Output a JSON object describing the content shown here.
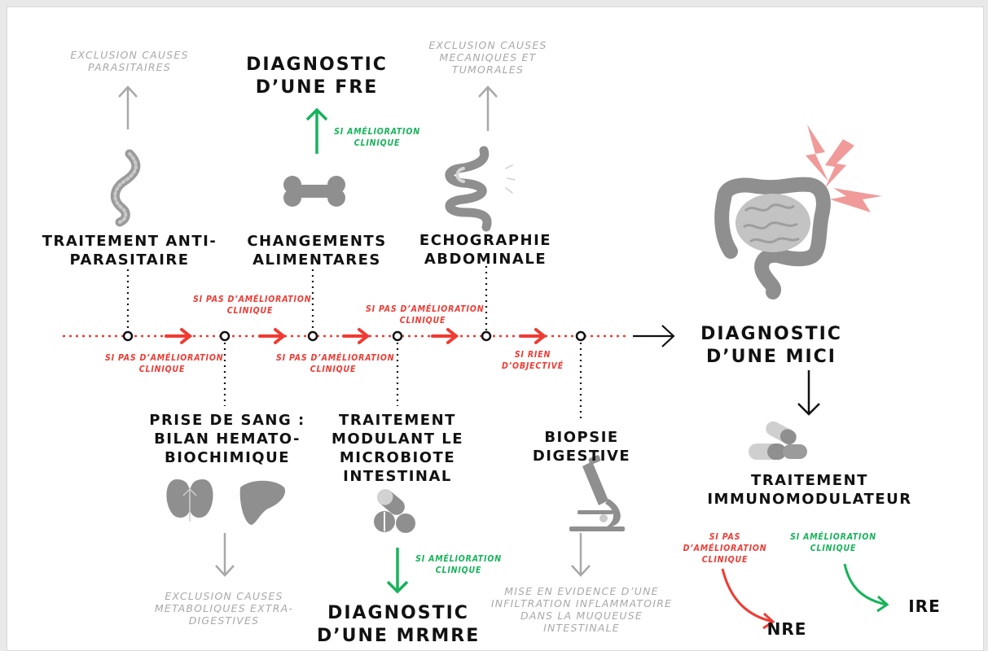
{
  "colors": {
    "red": "#ef3b33",
    "green": "#17b35a",
    "gray": "#a8a8a8",
    "black": "#111111"
  },
  "steps": {
    "antiparasitaire": "TRAITEMENT ANTI-\nPARASITAIRE",
    "alimentaires": "CHANGEMENTS\nALIMENTARES",
    "echographie": "ECHOGRAPHIE\nABDOMINALE",
    "prise_sang": "PRISE DE SANG :\nBILAN HEMATO-\nBIOCHIMIQUE",
    "microbiote": "TRAITEMENT\nMODULANT LE\nMICROBIOTE\nINTESTINAL",
    "biopsie": "BIOPSIE\nDIGESTIVE",
    "immuno": "TRAITEMENT\nIMMUNOMODULATEUR"
  },
  "diagnoses": {
    "fre": "DIAGNOSTIC\nD’UNE FRE",
    "mrmre": "DIAGNOSTIC\nD’UNE MRMRE",
    "mici": "DIAGNOSTIC\nD’UNE MICI",
    "nre": "NRE",
    "ire": "IRE"
  },
  "exclusions": {
    "parasitaires": "EXCLUSION CAUSES\nPARASITAIRES",
    "mecaniques": "EXCLUSION CAUSES\nMECANIQUES ET\nTUMORALES",
    "metaboliques": "EXCLUSION CAUSES\nMETABOLIQUES EXTRA-\nDIGESTIVES",
    "infiltration": "MISE EN EVIDENCE D’UNE\nINFILTRATION INFLAMMATOIRE\nDANS LA MUQUEUSE\nINTESTINALE"
  },
  "conditions": {
    "pas_amelioration": "SI PAS D’AMÉLIORATION\nCLINIQUE",
    "pas_amelioration_2": "SI PAS D’AMÉLIORATION\nCLINIQUE",
    "pas_amelioration_3": "SI PAS D’AMÉLIORATION\nCLINIQUE",
    "pas_amelioration_4": "SI PAS D’AMÉLIORATION\nCLINIQUE",
    "rien_objectif": "SI RIEN\nD’OBJECTIVÉ",
    "amelioration_fre": "SI AMÉLIORATION\nCLINIQUE",
    "amelioration_mrmre": "SI AMÉLIORATION\nCLINIQUE",
    "pas_amelioration_nre": "SI PAS\nD’AMÉLIORATION\nCLINIQUE",
    "amelioration_ire": "SI AMÉLIORATION\nCLINIQUE"
  },
  "icons": {
    "worm": "worm-icon",
    "bone": "bone-icon",
    "intestine": "intestine-icon",
    "colon": "colon-icon",
    "organs": "kidney-liver-icon",
    "pills": "pills-icon",
    "microscope": "microscope-icon",
    "capsules": "capsules-icon"
  }
}
